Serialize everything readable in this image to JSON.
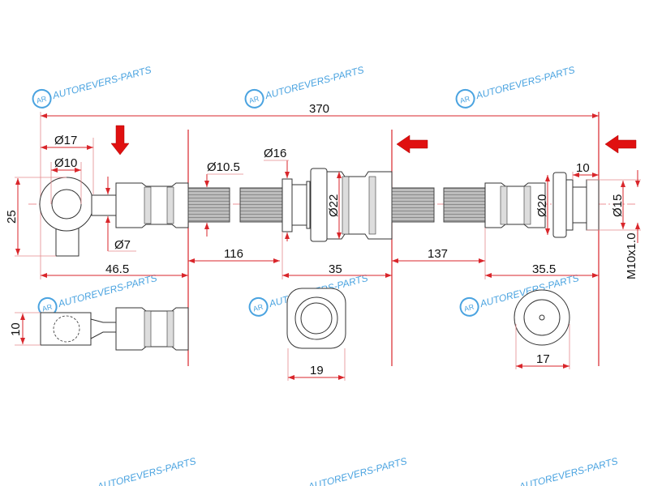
{
  "watermark": {
    "logo": "AR",
    "text": "AUTOREVERS-PARTS",
    "color": "#4aa3e0"
  },
  "colors": {
    "dimension": "#d9262b",
    "arrow": "#e01010"
  },
  "dimensions": {
    "total_length": "370",
    "eye_outer": "Ø17",
    "eye_inner": "Ø10",
    "eye_height": "25",
    "stem_dia": "Ø7",
    "eye_length": "46.5",
    "hose_dia": "Ø10.5",
    "flange_dia": "Ø16",
    "hose1_length": "116",
    "middle_fitting_dia": "Ø22",
    "middle_fitting_length": "35",
    "hose2_length": "137",
    "end_ferrule_dia": "Ø20",
    "end_fitting_length": "35.5",
    "thread_length": "10",
    "thread_dia": "Ø15",
    "thread_spec": "M10x1.0",
    "eye_thickness": "10",
    "middle_hex": "19",
    "end_hex": "17"
  }
}
